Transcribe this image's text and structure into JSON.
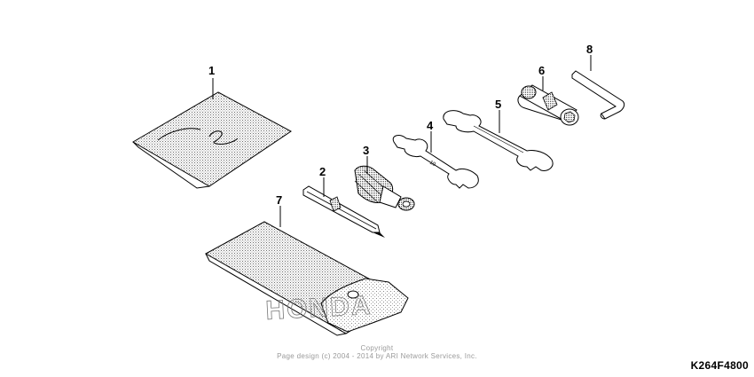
{
  "diagram": {
    "callouts": [
      "1",
      "2",
      "3",
      "4",
      "5",
      "6",
      "7",
      "8"
    ],
    "watermark_brand": "HONDA"
  },
  "footer": {
    "copyright_title": "Copyright",
    "copyright_line": "Page design (c) 2004 - 2014 by ARI Network Services, Inc.",
    "figure_code": "K264F4800"
  }
}
